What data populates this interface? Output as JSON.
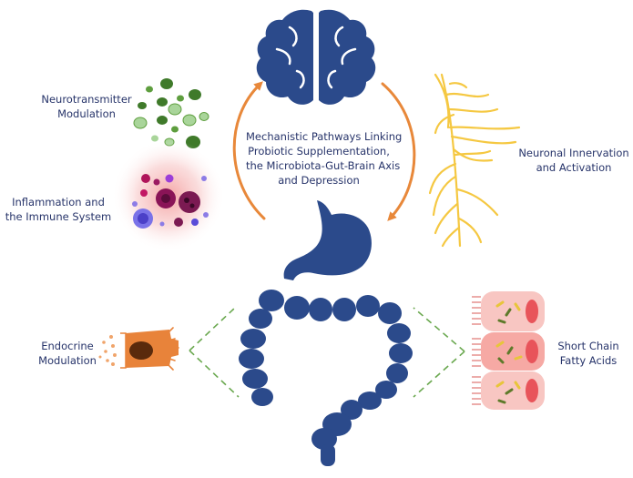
{
  "title": {
    "line1": "Mechanistic Pathways Linking",
    "line2": "Probiotic Supplementation,",
    "line3": "the Microbiota-Gut-Brain Axis",
    "line4": "and Depression"
  },
  "labels": {
    "neurotransmitter": {
      "line1": "Neurotransmitter",
      "line2": "Modulation"
    },
    "immune": {
      "line1": "Inflammation and",
      "line2": "the Immune System"
    },
    "neuronal": {
      "line1": "Neuronal Innervation",
      "line2": "and Activation"
    },
    "endocrine": {
      "line1": "Endocrine",
      "line2": "Modulation"
    },
    "scfa": {
      "line1": "Short Chain",
      "line2": "Fatty Acids"
    }
  },
  "colors": {
    "organ": "#2b4a8b",
    "arrow": "#e8883a",
    "nerve": "#f5c842",
    "neurotransmitter": "#5e9e3e",
    "immune_glow": "#f5a3a3",
    "endocrine": "#e8833a",
    "epithelium": "#f8c6c2",
    "dash": "#6aa84f",
    "text": "#27346a"
  },
  "icons": [
    "brain-icon",
    "stomach-icon",
    "colon-icon",
    "nerve-icon",
    "vesicles-icon",
    "immune-cells-icon",
    "endocrine-cell-icon",
    "epithelium-icon",
    "cycle-arrow-icon"
  ]
}
